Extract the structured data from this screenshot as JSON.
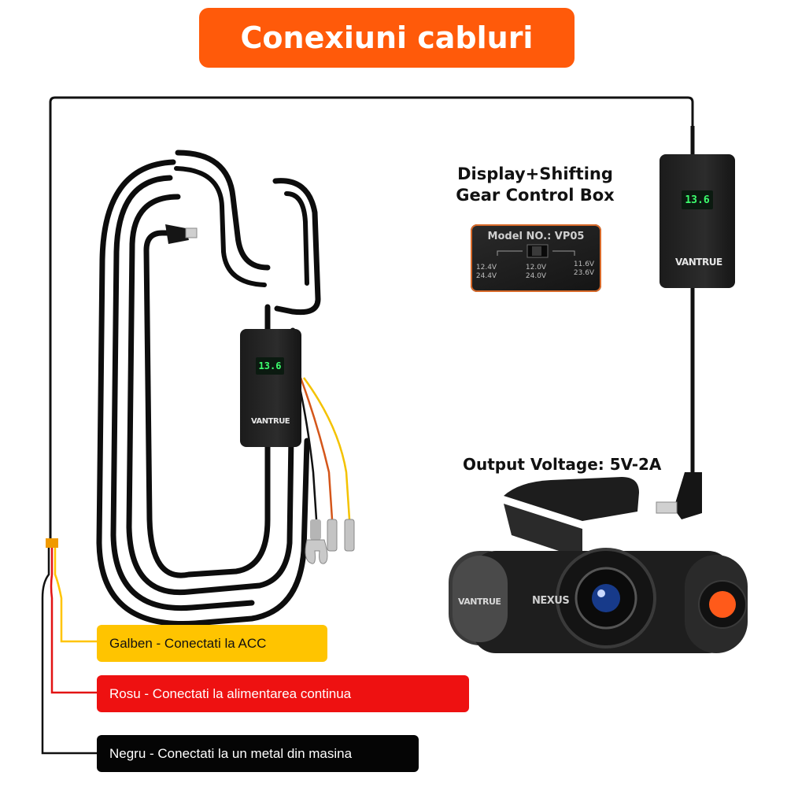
{
  "title": "Conexiuni cabluri",
  "control_box": {
    "title_line1": "Display+Shifting",
    "title_line2": "Gear Control Box",
    "model_label": "Model NO.: VP05",
    "left_voltage_1": "12.4V",
    "left_voltage_2": "24.4V",
    "mid_voltage_1": "12.0V",
    "mid_voltage_2": "24.0V",
    "right_voltage_1": "11.6V",
    "right_voltage_2": "23.6V"
  },
  "output_voltage": "Output Voltage: 5V-2A",
  "device": {
    "brand": "VANTRUE",
    "screen_value": "13.6",
    "camera_model_text": "NEXUS"
  },
  "wires": {
    "yellow_label": "Galben - Conectati la ACC",
    "red_label": "Rosu - Conectati la alimentarea continua",
    "black_label": "Negru - Conectati la un metal din masina"
  },
  "colors": {
    "accent": "#ff5a0a",
    "yellow": "#ffc400",
    "red": "#ee1111",
    "black": "#050505",
    "screen_green": "#3dff6e"
  }
}
